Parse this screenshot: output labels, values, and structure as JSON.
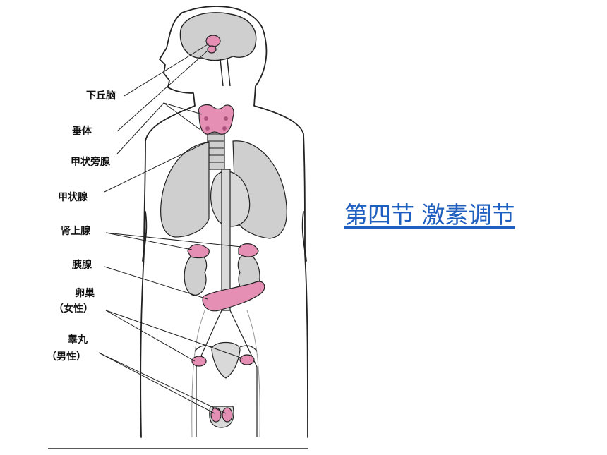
{
  "slide": {
    "title": "第四节  激素调节"
  },
  "labels": {
    "hypothalamus": "下丘脑",
    "pituitary": "垂体",
    "parathyroid": "甲状旁腺",
    "thyroid": "甲状腺",
    "adrenal": "肾上腺",
    "pancreas": "胰腺",
    "ovary": "卵巢",
    "ovary_note": "（女性）",
    "testis": "睾丸",
    "testis_note": "（男性）"
  },
  "colors": {
    "gland": "#e58fb4",
    "organ": "#cfcfcf",
    "outline": "#222222",
    "title": "#1f5fbf"
  }
}
